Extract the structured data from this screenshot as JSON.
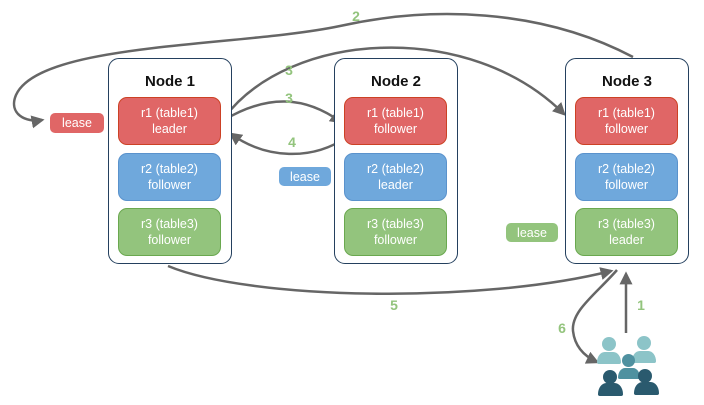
{
  "nodes": [
    {
      "title": "Node 1",
      "replicas": [
        {
          "name": "r1 (table1)",
          "role": "leader",
          "color": "red"
        },
        {
          "name": "r2 (table2)",
          "role": "follower",
          "color": "blue"
        },
        {
          "name": "r3 (table3)",
          "role": "follower",
          "color": "green"
        }
      ]
    },
    {
      "title": "Node 2",
      "replicas": [
        {
          "name": "r1 (table1)",
          "role": "follower",
          "color": "red"
        },
        {
          "name": "r2 (table2)",
          "role": "leader",
          "color": "blue"
        },
        {
          "name": "r3 (table3)",
          "role": "follower",
          "color": "green"
        }
      ]
    },
    {
      "title": "Node 3",
      "replicas": [
        {
          "name": "r1 (table1)",
          "role": "follower",
          "color": "red"
        },
        {
          "name": "r2 (table2)",
          "role": "follower",
          "color": "blue"
        },
        {
          "name": "r3 (table3)",
          "role": "leader",
          "color": "green"
        }
      ]
    }
  ],
  "leases": [
    {
      "label": "lease",
      "color": "red"
    },
    {
      "label": "lease",
      "color": "blue"
    },
    {
      "label": "lease",
      "color": "green"
    }
  ],
  "steps": {
    "s1": "1",
    "s2": "2",
    "s3_long": "3",
    "s3_short": "3",
    "s4": "4",
    "s5": "5",
    "s6": "6"
  },
  "icons": {
    "users_group": "users-group-icon"
  },
  "colors": {
    "red_fill": "#e06666",
    "red_border": "#cc4125",
    "blue_fill": "#6fa8dc",
    "blue_border": "#5a92cc",
    "green_fill": "#93c47d",
    "green_border": "#6aa84f",
    "node_border": "#24405e",
    "arrow": "#666666",
    "step_label": "#93c47d",
    "users_light": "#8cc4c8",
    "users_medium": "#4f91a0",
    "users_dark": "#2a5a6e"
  }
}
